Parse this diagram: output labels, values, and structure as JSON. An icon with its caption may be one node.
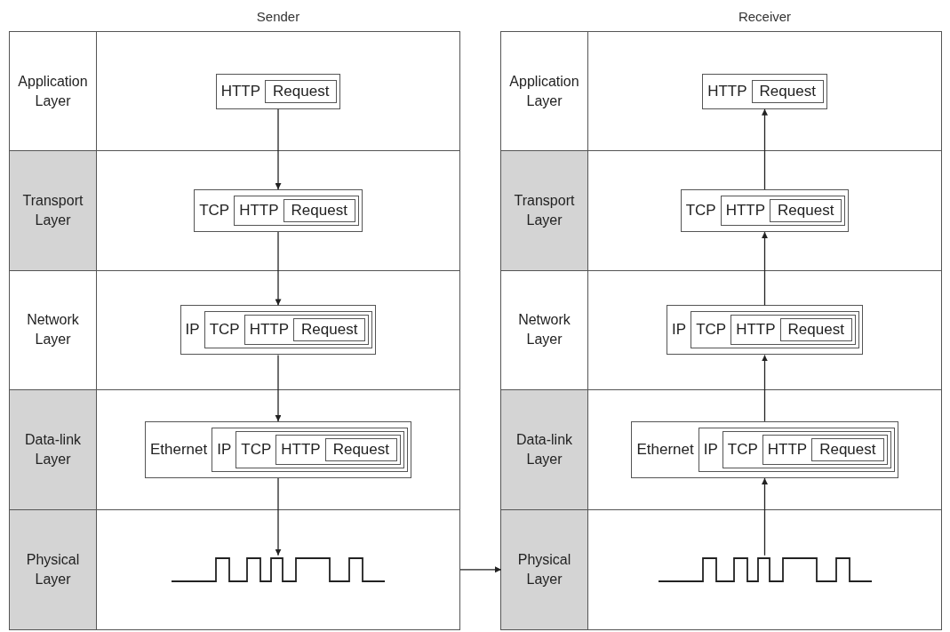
{
  "diagram": {
    "nodes": [
      {
        "text": [
          "Sender"
        ]
      },
      {
        "text": [
          "Application Layer"
        ],
        "in": 0
      },
      {
        "text": [
          "HTTP"
        ],
        "in": 0
      },
      {
        "text": [
          "Request"
        ],
        "in": 2
      },
      {
        "text": [
          "Transport Layer"
        ],
        "in": 0
      },
      {
        "text": [
          "TCP"
        ],
        "in": 0
      },
      {
        "text": [
          "HTTP"
        ],
        "in": 5
      },
      {
        "text": [
          "Request"
        ],
        "in": 6
      },
      {
        "text": [
          "Network Layer"
        ],
        "in": 0
      },
      {
        "text": [
          "IP"
        ],
        "in": 0
      },
      {
        "text": [
          "TCP"
        ],
        "in": 9
      },
      {
        "text": [
          "HTTP"
        ],
        "in": 10
      },
      {
        "text": [
          "Request"
        ],
        "in": 11
      },
      {
        "text": [
          "Data-link Layer"
        ],
        "in": 0
      },
      {
        "text": [
          "Ethernet"
        ],
        "in": 0
      },
      {
        "text": [
          "IP"
        ],
        "in": 14
      },
      {
        "text": [
          "TCP"
        ],
        "in": 15
      },
      {
        "text": [
          "HTTP"
        ],
        "in": 16
      },
      {
        "text": [
          "Request"
        ],
        "in": 17
      },
      {
        "text": [
          "Physical Layer"
        ],
        "in": 0
      },
      {
        "text": [],
        "shape": "picture",
        "in": 0
      },
      {
        "text": [
          "Receiver"
        ]
      },
      {
        "text": [
          "Application Layer"
        ],
        "in": 21
      },
      {
        "text": [
          "HTTP"
        ],
        "in": 21
      },
      {
        "text": [
          "Request"
        ],
        "in": 23
      },
      {
        "text": [
          "Transport Layer"
        ],
        "in": 21
      },
      {
        "text": [
          "TCP"
        ],
        "in": 21
      },
      {
        "text": [
          "HTTP"
        ],
        "in": 26
      },
      {
        "text": [
          "Request"
        ],
        "in": 27
      },
      {
        "text": [
          "Network Layer"
        ],
        "in": 21
      },
      {
        "text": [
          "IP"
        ],
        "in": 21
      },
      {
        "text": [
          "TCP"
        ],
        "in": 30
      },
      {
        "text": [
          "HTTP"
        ],
        "in": 31
      },
      {
        "text": [
          "Request"
        ],
        "in": 32
      },
      {
        "text": [
          "Data-link Layer"
        ],
        "in": 21
      },
      {
        "text": [
          "Ethernet"
        ],
        "in": 21
      },
      {
        "text": [
          "IP"
        ],
        "in": 35
      },
      {
        "text": [
          "TCP"
        ],
        "in": 36
      },
      {
        "text": [
          "HTTP"
        ],
        "in": 37
      },
      {
        "text": [
          "Request"
        ],
        "in": 38
      },
      {
        "text": [
          "Physical Layer"
        ],
        "in": 21
      },
      {
        "text": [],
        "shape": "picture",
        "in": 21
      }
    ],
    "edges": [
      {
        "from": 2,
        "to": 5,
        "arrow": "to"
      },
      {
        "from": 5,
        "to": 9,
        "arrow": "to"
      },
      {
        "from": 9,
        "to": 14,
        "arrow": "to"
      },
      {
        "from": 14,
        "to": 20,
        "arrow": "to"
      },
      {
        "from": 0,
        "to": 40,
        "arrow": "to"
      },
      {
        "from": 41,
        "to": 35,
        "arrow": "to"
      },
      {
        "from": 35,
        "to": 30,
        "arrow": "to"
      },
      {
        "from": 30,
        "to": 26,
        "arrow": "to"
      },
      {
        "from": 26,
        "to": 23,
        "arrow": "to"
      }
    ]
  }
}
